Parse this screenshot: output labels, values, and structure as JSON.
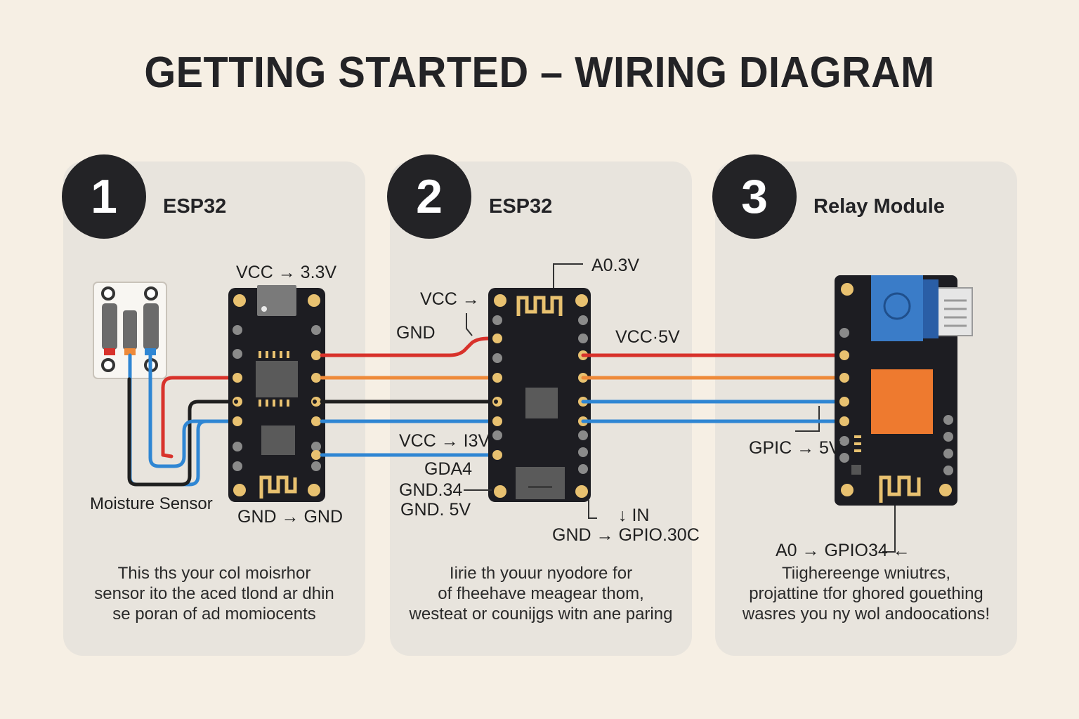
{
  "title": "GETTING STARTED – WIRING DIAGRAM",
  "steps": [
    {
      "number": "1",
      "title": "ESP32",
      "description": [
        "This ths your col moisrhor",
        "sensor ito the aced tlond ar dhin",
        "se poran of ad momiocents"
      ]
    },
    {
      "number": "2",
      "title": "ESP32",
      "description": [
        "Iirie th youur nyodore for",
        "of fheehave meagear thom,",
        "westeat or counijgs witn ane paring"
      ]
    },
    {
      "number": "3",
      "title": "Relay Module",
      "description": [
        "Tiighereenge wniutrꞓs,",
        "projattine tfor ghored gouething",
        "wasres you ny wol andoocations!"
      ]
    }
  ],
  "labels": {
    "panel1": {
      "vcc": "VCC → 3.3V",
      "moisture": "Moisture Sensor",
      "gnd": "GND → GND"
    },
    "panel2": {
      "a0": "A0.3V",
      "vcc_top": "VCC →",
      "gnd": "GND",
      "vcc_3v": "VCC → I3V",
      "gda4": "GDA4",
      "gnd34": "GND.34",
      "gnd5v": "GND. 5V",
      "in": "↓ IN",
      "gnd_gpio": "GND → GPIO.30C"
    },
    "panel3": {
      "vcc5v": "VCC·5V",
      "gpic": "GPIC → 5V",
      "a0_gpio": "A0 → GPIO34 ←"
    }
  },
  "colors": {
    "background": "#f6efe4",
    "card": "#e8e4dd",
    "board": "#1d1d22",
    "wire_red": "#d8322b",
    "wire_orange": "#ee8a3a",
    "wire_black": "#1f1f1f",
    "wire_blue": "#2f86d3",
    "relay_blue": "#3a7cc8",
    "relay_orange": "#ee7a2f",
    "gold": "#e8c170"
  }
}
